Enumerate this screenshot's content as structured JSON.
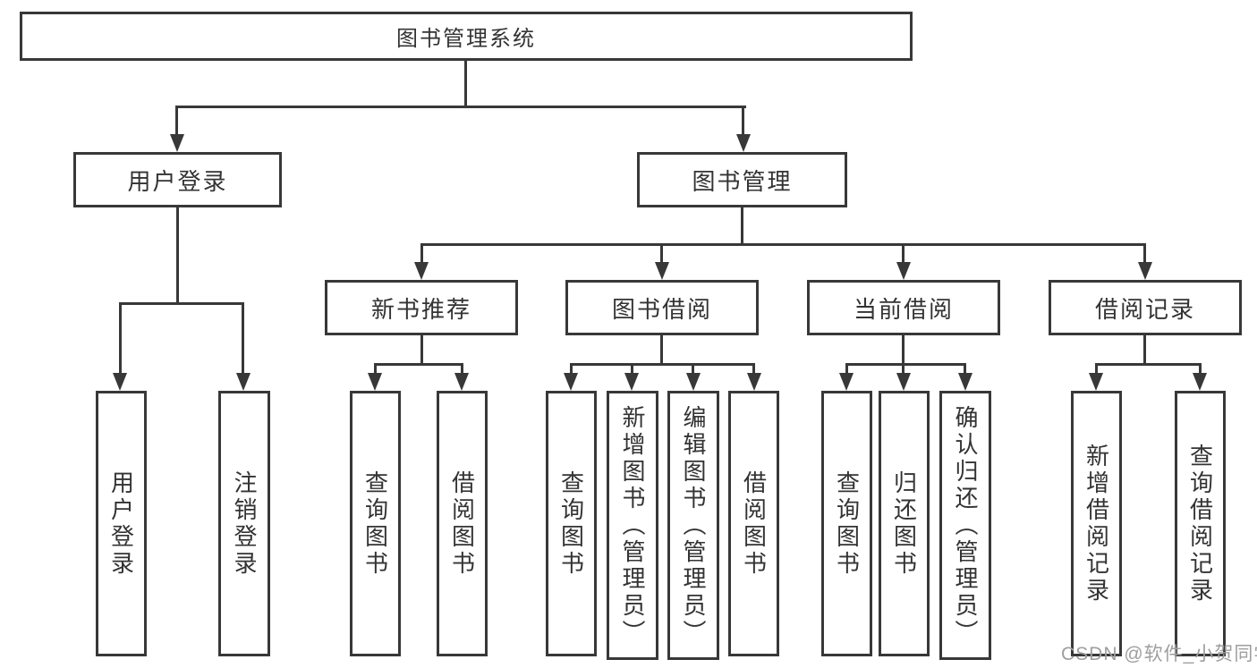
{
  "nodes": {
    "root": "图书管理系统",
    "user_login": "用户登录",
    "book_mgmt": "图书管理",
    "new_book_rec": "新书推荐",
    "book_borrow": "图书借阅",
    "current_borrow": "当前借阅",
    "borrow_record": "借阅记录",
    "leaf_user_login": "用户登录",
    "leaf_logout": "注销登录",
    "leaf_rec_query": "查询图书",
    "leaf_rec_borrow": "借阅图书",
    "leaf_bb_query": "查询图书",
    "leaf_bb_add": "新增图书（管理员）",
    "leaf_bb_edit": "编辑图书（管理员）",
    "leaf_bb_borrow": "借阅图书",
    "leaf_cb_query": "查询图书",
    "leaf_cb_return": "归还图书",
    "leaf_cb_confirm": "确认归还（管理员）",
    "leaf_br_add": "新增借阅记录",
    "leaf_br_query": "查询借阅记录"
  },
  "watermark": "CSDN @软件_小贺同学",
  "colors": {
    "line": "#383838",
    "text": "#333333",
    "watermark": "#9e9e9e",
    "background": "#ffffff"
  }
}
